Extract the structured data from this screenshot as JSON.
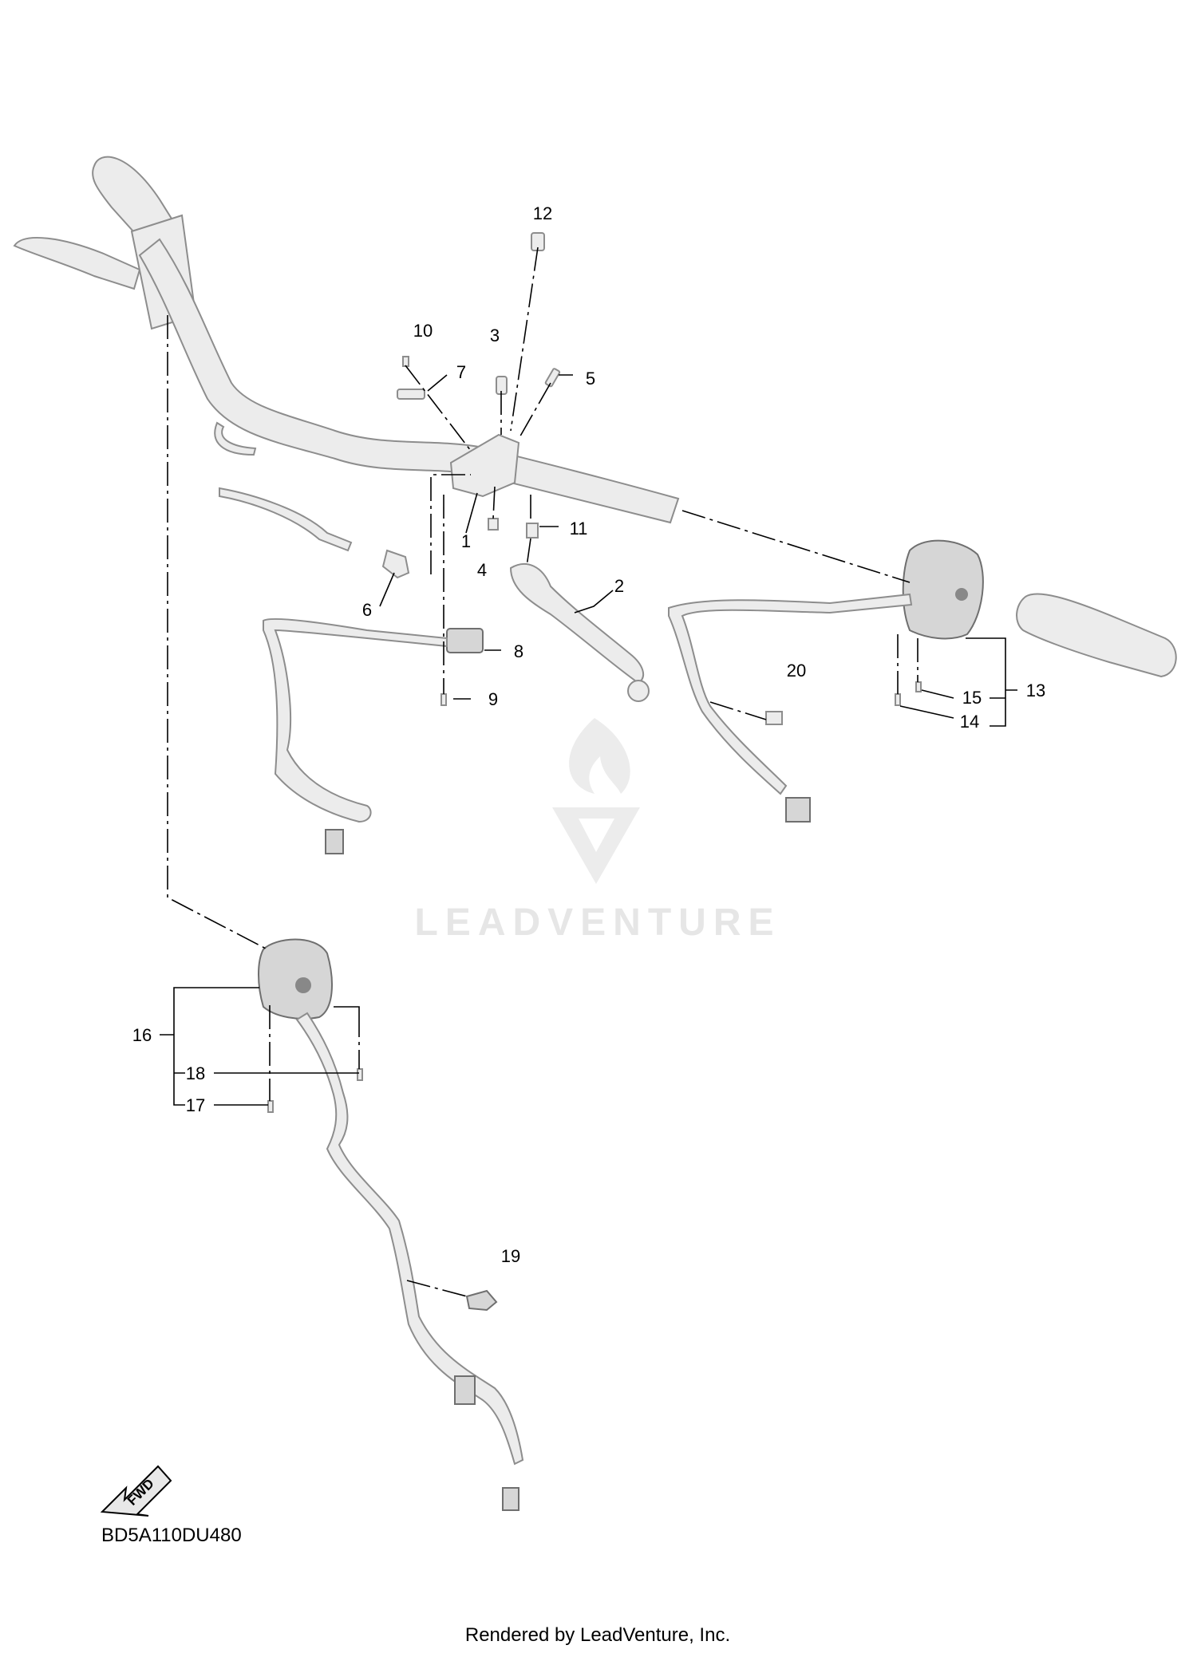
{
  "diagram": {
    "diagram_code": "BD5A110DU480",
    "fwd_label": "FWD",
    "footer": "Rendered by LeadVenture, Inc.",
    "watermark": {
      "text": "LEADVENTURE"
    },
    "callouts": [
      {
        "id": "1",
        "label": "1"
      },
      {
        "id": "2",
        "label": "2"
      },
      {
        "id": "3",
        "label": "3"
      },
      {
        "id": "4",
        "label": "4"
      },
      {
        "id": "5",
        "label": "5"
      },
      {
        "id": "6",
        "label": "6"
      },
      {
        "id": "7",
        "label": "7"
      },
      {
        "id": "8",
        "label": "8"
      },
      {
        "id": "9",
        "label": "9"
      },
      {
        "id": "10",
        "label": "10"
      },
      {
        "id": "11",
        "label": "11"
      },
      {
        "id": "12",
        "label": "12"
      },
      {
        "id": "13",
        "label": "13"
      },
      {
        "id": "14",
        "label": "14"
      },
      {
        "id": "15",
        "label": "15"
      },
      {
        "id": "16",
        "label": "16"
      },
      {
        "id": "17",
        "label": "17"
      },
      {
        "id": "18",
        "label": "18"
      },
      {
        "id": "19",
        "label": "19"
      },
      {
        "id": "20",
        "label": "20"
      }
    ]
  }
}
